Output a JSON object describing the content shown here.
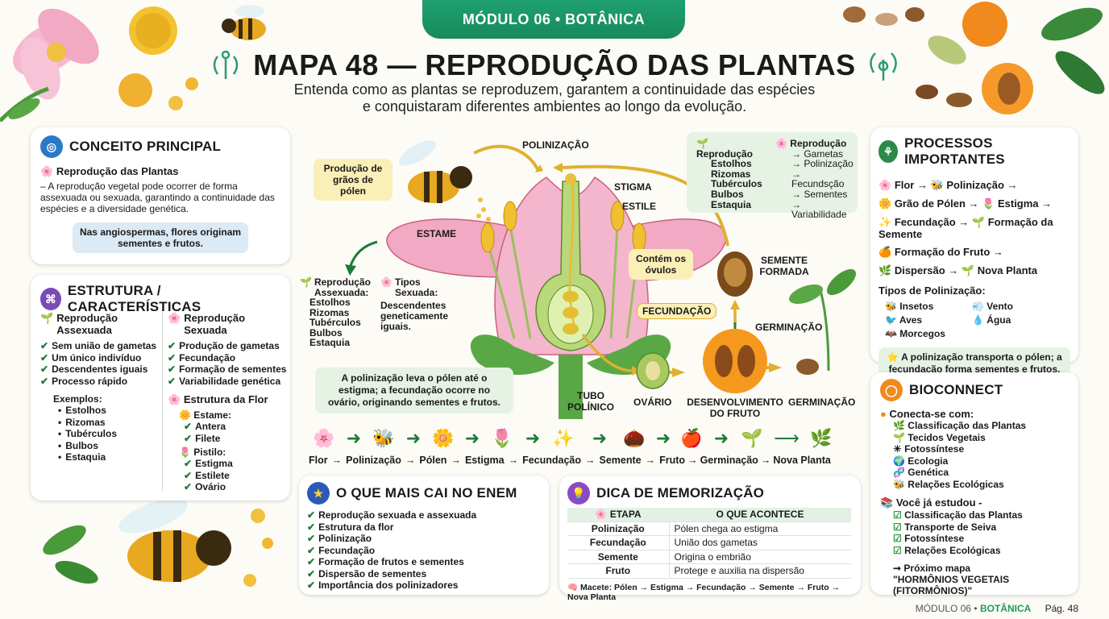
{
  "banner": {
    "module": "MÓDULO 06 • BOTÂNICA"
  },
  "header": {
    "title": "MAPA 48 — REPRODUÇÃO DAS PLANTAS",
    "subtitle_line1": "Entenda como as plantas se reproduzem, garantem a continuidade das espécies",
    "subtitle_line2": "e conquistaram diferentes ambientes ao longo da evolução."
  },
  "conceito": {
    "title": "CONCEITO PRINCIPAL",
    "subtitle": "Reprodução das Plantas",
    "text": "– A reprodução vegetal pode ocorrer de forma assexuada ou sexuada, garantindo a continuidade das espécies e a diversidade genética.",
    "note": "Nas angiospermas, flores originam sementes e frutos."
  },
  "estrutura": {
    "title": "ESTRUTURA / CARACTERÍSTICAS",
    "assexuada": {
      "title": "Reprodução Assexuada",
      "items": [
        "Sem união de gametas",
        "Um único indivíduo",
        "Descendentes iguais",
        "Processo rápido"
      ],
      "examples_title": "Exemplos:",
      "examples": [
        "Estolhos",
        "Rizomas",
        "Tubérculos",
        "Bulbos",
        "Estaquia"
      ]
    },
    "sexuada": {
      "title": "Reprodução Sexuada",
      "items": [
        "Produção de gametas",
        "Fecundação",
        "Formação de sementes",
        "Variabilidade genética"
      ]
    },
    "flor": {
      "title": "Estrutura da Flor",
      "estame_title": "Estame:",
      "estame": [
        "Antera",
        "Filete"
      ],
      "pistilo_title": "Pistilo:",
      "pistilo": [
        "Estigma",
        "Estilete",
        "Ovário"
      ]
    }
  },
  "diagram": {
    "pollen_production": "Produção de grãos de pólen",
    "polinizacao": "POLINIZAÇÃO",
    "estigma": "STIGMA",
    "estile": "ESTILE",
    "estame": "ESTAME",
    "ovulos": "Contém os óvulos",
    "fecundacao": "FECUNDAÇÃO",
    "tubo": "TUBO POLÍNICO",
    "ovario": "OVÁRIO",
    "desenvolvimento": "DESENVOLVIMENTO DO FRUTO",
    "germinacao_bottom": "GERMINAÇÃO",
    "germinacao_top": "GERMINAÇÃO",
    "semente": "SEMENTE FORMADA",
    "assexuada_title": "Reprodução Assexuada:",
    "assexuada_list": [
      "Estolhos",
      "Rizomas",
      "Tubérculos",
      "Bulbos",
      "Estaquia"
    ],
    "tipos_title": "Tipos Sexuada:",
    "tipos_text": "Descendentes geneticamente iguais.",
    "summary": "A polinização leva o pólen até o estigma; a fecundação ocorre no ovário, originando sementes e frutos.",
    "compare": {
      "left_title": "Reprodução",
      "left_items": [
        "Estolhos",
        "Rizomas",
        "Tubérculos",
        "Bulbos",
        "Estaquia"
      ],
      "right_title": "Reprodução",
      "right_items": [
        "→ Gametas",
        "→ Polinização",
        "→ Fecundsção",
        "→ Sementes",
        "→ Variabilidade"
      ]
    }
  },
  "flow": {
    "icons": [
      "🌸",
      "🐝",
      "🌼",
      "🌷",
      "✨",
      "🌰",
      "🍎",
      "🌱",
      "🌿"
    ],
    "labels": [
      "Flor",
      "Polinização",
      "Pólen",
      "Estigma",
      "Fecundação",
      "Semente",
      "Fruto",
      "Germinação",
      "Nova Planta"
    ]
  },
  "processos": {
    "title": "PROCESSOS IMPORTANTES",
    "lines": [
      "Flor → 🐝 Polinização →",
      "Grão de Pólen → 🌷 Estigma →",
      "Fecundação → 🌱 Formação da Semente",
      "Formação do Fruto →",
      "Dispersão → 🌱 Nova Planta"
    ],
    "tipos_title": "Tipos de Polinização:",
    "tipos": [
      "Insetos",
      "Vento",
      "Aves",
      "Água",
      "Morcegos"
    ],
    "note": "A polinização transporta o pólen; a fecundação forma sementes e frutos."
  },
  "enem": {
    "title": "O QUE MAIS CAI NO ENEM",
    "items": [
      "Reprodução sexuada e assexuada",
      "Estrutura da flor",
      "Polinização",
      "Fecundação",
      "Formação de frutos e sementes",
      "Dispersão de sementes",
      "Importância dos polinizadores"
    ]
  },
  "dica": {
    "title": "DICA DE MEMORIZAÇÃO",
    "col1": "ETAPA",
    "col2": "O QUE ACONTECE",
    "rows": [
      {
        "etapa": "Polinização",
        "acontece": "Pólen chega ao estigma"
      },
      {
        "etapa": "Fecundação",
        "acontece": "União dos gametas"
      },
      {
        "etapa": "Semente",
        "acontece": "Origina o embrião"
      },
      {
        "etapa": "Fruto",
        "acontece": "Protege e auxilia na dispersão"
      }
    ],
    "macete": "Macete: Pólen → Estigma → Fecundação → Semente → Fruto → Nova Planta"
  },
  "bioconnect": {
    "title": "BIOCONNECT",
    "conecta_title": "Conecta-se com:",
    "conecta": [
      "Classificação das Plantas",
      "Tecidos Vegetais",
      "Fotossíntese",
      "Ecologia",
      "Genética",
      "Relações Ecológicas"
    ],
    "estudou_title": "Você já estudou -",
    "estudou": [
      "Classificação das Plantas",
      "Transporte de Seiva",
      "Fotossíntese",
      "Relações Ecológicas"
    ],
    "proximo_title": "Próximo mapa",
    "proximo": "\"HORMÔNIOS VEGETAIS (FITORMÔNIOS)\""
  },
  "footer": {
    "module": "MÓDULO 06 •",
    "area": "BOTÂNICA",
    "page": "Pág. 48"
  },
  "colors": {
    "green": "#1f7a3a",
    "banner": "#1a9a6a",
    "pink": "#e98fb0",
    "yellow": "#f2c230",
    "orange": "#f08a1c"
  }
}
